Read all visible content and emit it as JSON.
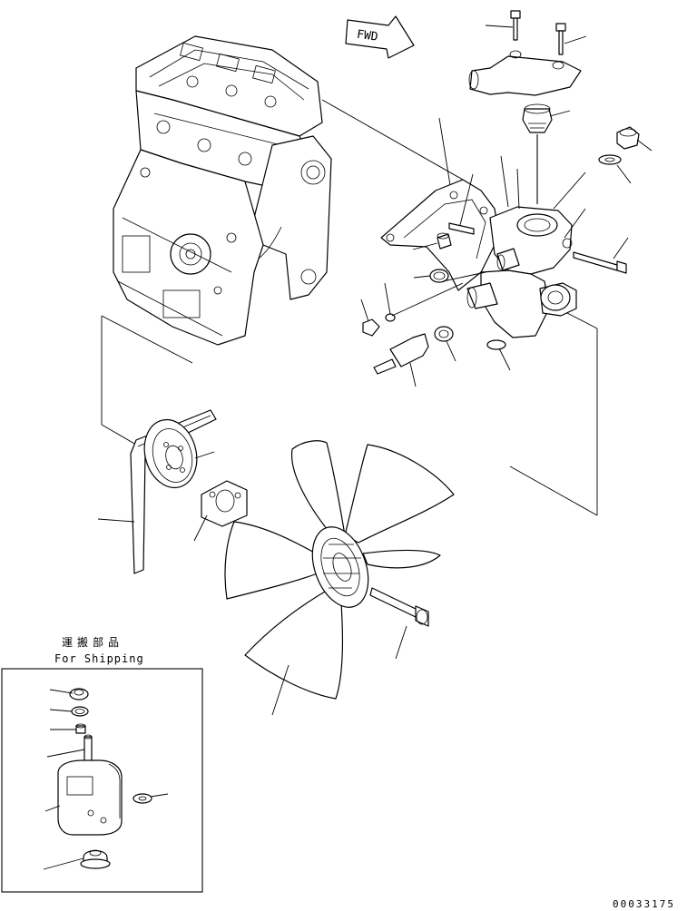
{
  "arrow_label": "FWD",
  "shipping_box": {
    "title_jp": "運搬部品",
    "title_en": "For Shipping"
  },
  "drawing_code": "00033175"
}
